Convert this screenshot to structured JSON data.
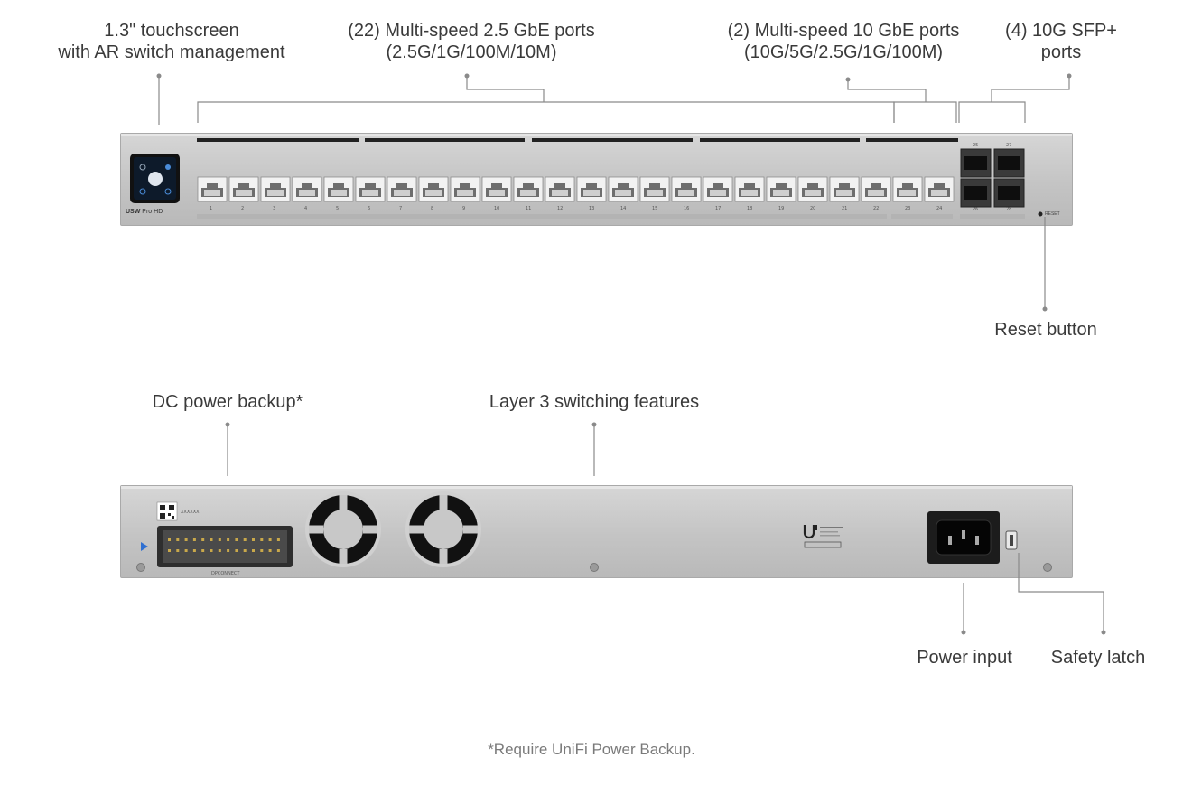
{
  "callouts": {
    "touchscreen_line1": "1.3\" touchscreen",
    "touchscreen_line2": "with AR switch management",
    "ports25_line1": "(22) Multi-speed 2.5 GbE ports",
    "ports25_line2": "(2.5G/1G/100M/10M)",
    "ports10_line1": "(2) Multi-speed 10 GbE ports",
    "ports10_line2": "(10G/5G/2.5G/1G/100M)",
    "sfp_line1": "(4) 10G SFP+",
    "sfp_line2": "ports",
    "reset": "Reset button",
    "dc_backup": "DC power backup*",
    "layer3": "Layer 3 switching features",
    "power_input": "Power input",
    "safety_latch": "Safety latch"
  },
  "front_panel": {
    "brand_bold": "USW",
    "brand_rest": "Pro HD",
    "port_numbers": [
      "1",
      "2",
      "3",
      "4",
      "5",
      "6",
      "7",
      "8",
      "9",
      "10",
      "11",
      "12",
      "13",
      "14",
      "15",
      "16",
      "17",
      "18",
      "19",
      "20",
      "21",
      "22",
      "23",
      "24"
    ],
    "sfp_top_numbers": [
      "25",
      "27"
    ],
    "sfp_bottom_numbers": [
      "26",
      "28"
    ],
    "reset_label": "RESET"
  },
  "rear_panel": {
    "connector_label": "DPCONNECT",
    "qr_text": "XXXXXX"
  },
  "footnote": "*Require UniFi Power Backup.",
  "colors": {
    "chassis": "#c8c8c8",
    "line": "#8a8a8a",
    "text": "#3a3a3a",
    "footnote": "#7a7a7a"
  }
}
